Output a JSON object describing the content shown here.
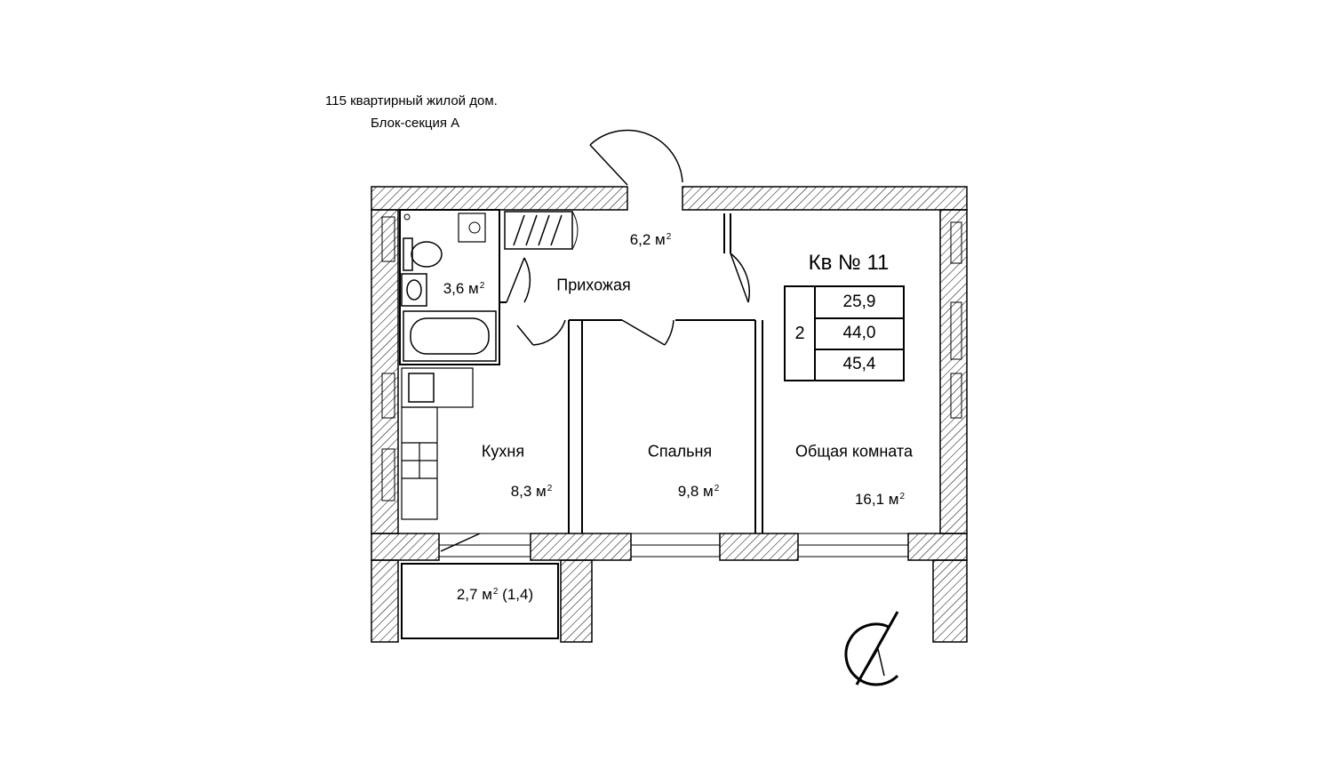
{
  "header": {
    "line1": "115 квартирный жилой дом.",
    "line2": "Блок-секция А"
  },
  "apartment": {
    "title": "Кв № 11",
    "rooms_count": "2",
    "areas": [
      "25,9",
      "44,0",
      "45,4"
    ]
  },
  "rooms": {
    "hall": {
      "name": "Прихожая",
      "area": "6,2 м",
      "sup": "2"
    },
    "bathroom": {
      "area": "3,6 м",
      "sup": "2"
    },
    "kitchen": {
      "name": "Кухня",
      "area": "8,3 м",
      "sup": "2"
    },
    "bedroom": {
      "name": "Спальня",
      "area": "9,8 м",
      "sup": "2"
    },
    "living": {
      "name": "Общая комната",
      "area": "16,1 м",
      "sup": "2"
    },
    "balcony": {
      "area": "2,7 м",
      "sup": "2",
      "suffix": " (1,4)"
    }
  },
  "icons": {
    "north": "north-arrow-icon",
    "toilet": "toilet-icon",
    "sink": "sink-icon",
    "bathtub": "bathtub-icon",
    "stove": "stove-icon"
  },
  "colors": {
    "line": "#000000",
    "background": "#ffffff"
  }
}
